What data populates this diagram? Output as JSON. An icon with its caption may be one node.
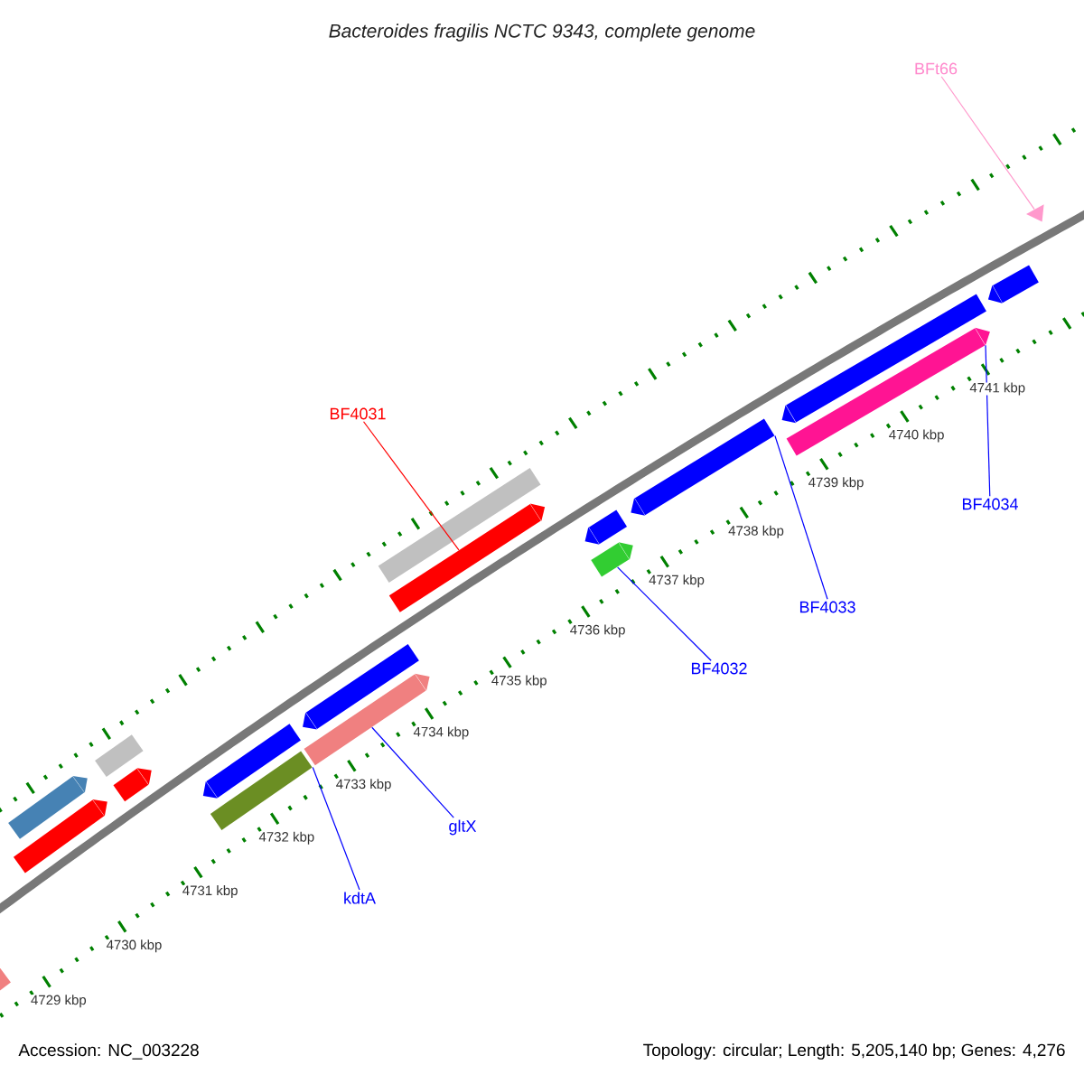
{
  "diagram": {
    "title": "Bacteroides fragilis NCTC 9343, complete genome",
    "nodes": [
      {
        "text": [
          "BFt66"
        ]
      },
      {
        "text": [
          "BF4031"
        ]
      },
      {
        "text": [
          "BF4034"
        ]
      },
      {
        "text": [
          "BF4033"
        ]
      },
      {
        "text": [
          "BF4032"
        ]
      },
      {
        "text": [
          "gltX"
        ]
      },
      {
        "text": [
          "kdtA"
        ]
      },
      {
        "text": [],
        "shape": "bar"
      },
      {
        "text": [],
        "shape": "bar"
      },
      {
        "text": [],
        "shape": "bar"
      },
      {
        "text": [],
        "shape": "bar"
      },
      {
        "text": [],
        "shape": "bar"
      },
      {
        "text": [],
        "shape": "bar"
      },
      {
        "text": [],
        "shape": "bar"
      },
      {
        "text": [],
        "shape": "bar"
      },
      {
        "text": [],
        "shape": "bar"
      },
      {
        "text": [],
        "shape": "bar"
      },
      {
        "text": [],
        "shape": "bar"
      },
      {
        "text": [],
        "shape": "bar"
      },
      {
        "text": [],
        "shape": "bar"
      },
      {
        "text": [],
        "shape": "bar"
      },
      {
        "text": [],
        "shape": "bar"
      },
      {
        "text": [],
        "shape": "bar"
      },
      {
        "text": [],
        "shape": "bar"
      },
      {
        "text": [],
        "shape": "triangle"
      }
    ],
    "edges": [
      {
        "from": 0,
        "to": 24,
        "arrow": "none",
        "color": "#ff99cc"
      },
      {
        "from": 1,
        "to": 16,
        "arrow": "none",
        "color": "#ff0000"
      },
      {
        "from": 2,
        "to": 21,
        "arrow": "none"
      },
      {
        "from": 3,
        "to": 20,
        "arrow": "none"
      },
      {
        "from": 4,
        "to": 18,
        "arrow": "none"
      },
      {
        "from": 5,
        "to": 14,
        "arrow": "none"
      },
      {
        "from": 6,
        "to": 12,
        "arrow": "none"
      }
    ],
    "labels": [
      "4741 kbp",
      "4740 kbp",
      "4739 kbp",
      "4738 kbp",
      "4737 kbp",
      "4736 kbp",
      "4735 kbp",
      "4734 kbp",
      "4733 kbp",
      "4732 kbp",
      "4731 kbp",
      "4730 kbp",
      "4729 kbp",
      "Accession: NC_003228",
      "Topology: circular; Length: 5,205,140 bp; Genes: 4,276"
    ]
  }
}
